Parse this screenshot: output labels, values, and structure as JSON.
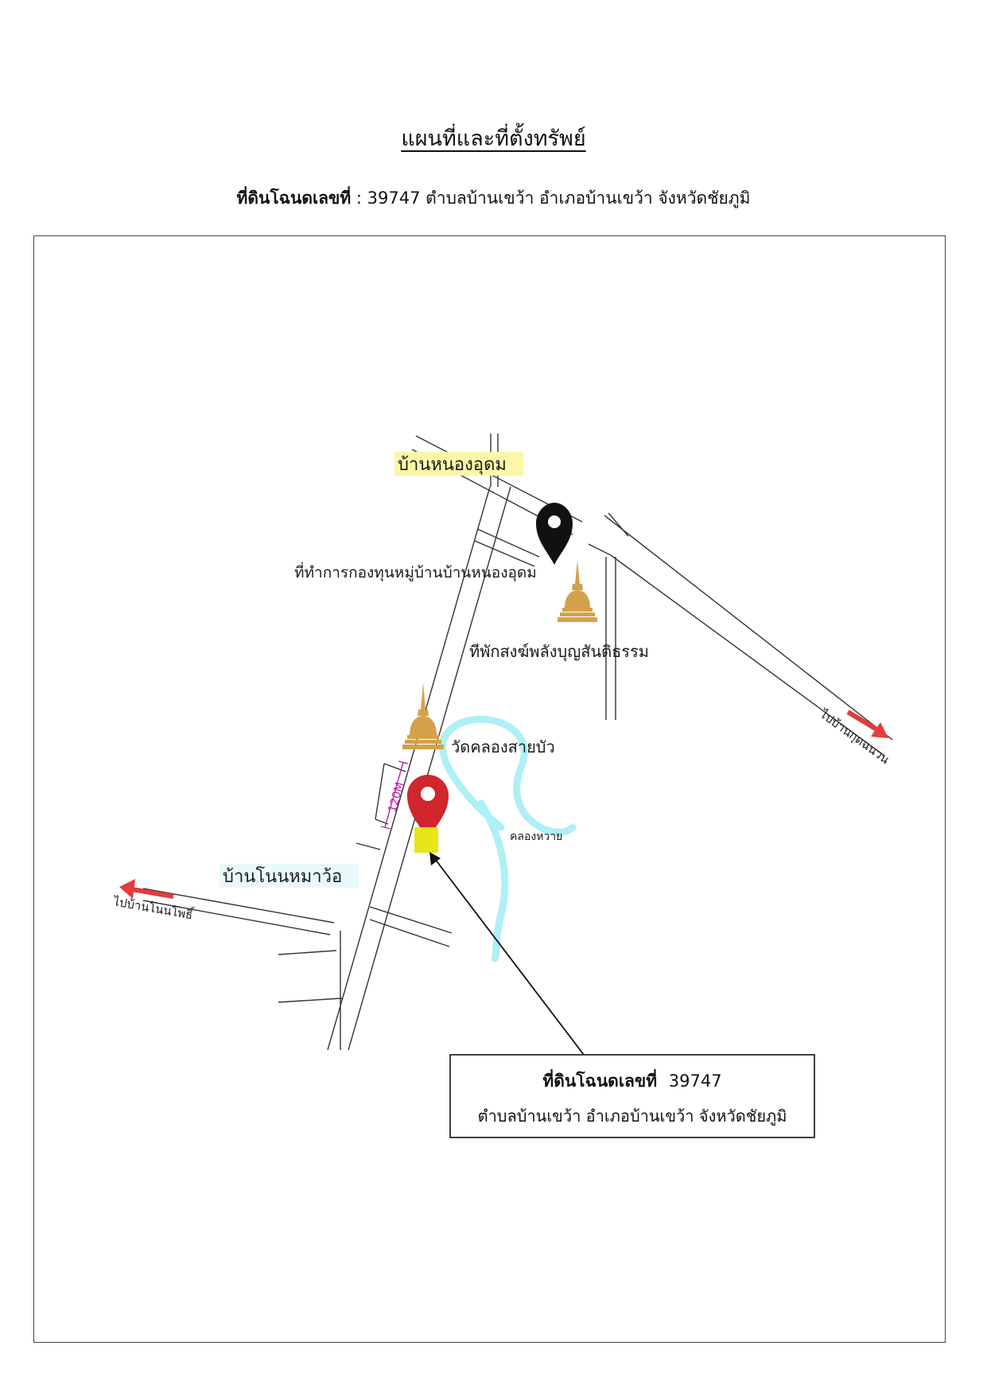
{
  "title": "แผนที่และที่ตั้งทรัพย์",
  "subtitle": {
    "label": "ที่ดินโฉนดเลขที่",
    "separator": ":",
    "detail": "39747 ตำบลบ้านเขว้า  อำเภอบ้านเขว้า  จังหวัดชัยภูมิ"
  },
  "map": {
    "villages": {
      "north": "บ้านหนองอุดม",
      "west": "บ้านโนนหมาว้อ"
    },
    "landmarks": {
      "fund_office": "ที่ทำการกองทุนหมู่บ้านบ้านหนองอุดม",
      "monastery": "ทีพักสงฆ์พลังบุญสันติธรรม",
      "temple": "วัดคลองสายบัว"
    },
    "water": "คลองหวาย",
    "distance": "120M",
    "directions": {
      "east": "ไปบ้านกุดฉนวน",
      "west": "ไปบ้านโนนโพธิ์"
    },
    "callout": {
      "line1_label": "ที่ดินโฉนดเลขที่",
      "line1_value": "39747",
      "line2": "ตำบลบ้านเขว้า  อำเภอบ้านเขว้า  จังหวัดชัยภูมิ"
    },
    "colors": {
      "road": "#333333",
      "pin_red": "#d0262c",
      "pin_black": "#111111",
      "property": "#e6e619",
      "river": "#aef0f5",
      "arrow": "#e23b3b",
      "stupa": "#d3a24a",
      "village_highlight": "#fbf7a8",
      "distance": "#c11fa6"
    }
  }
}
